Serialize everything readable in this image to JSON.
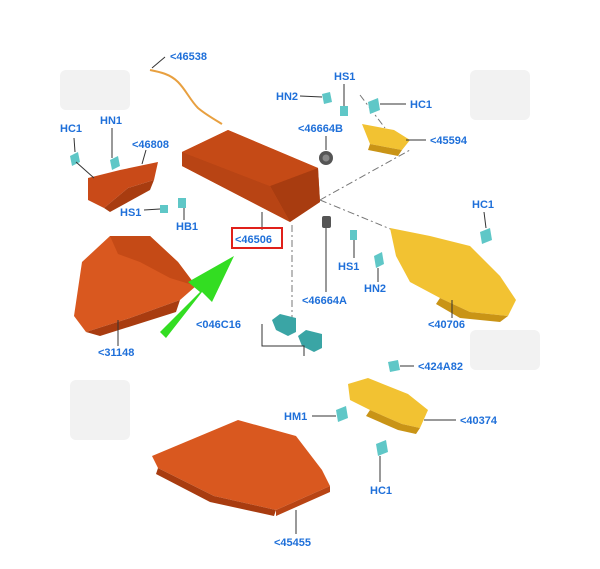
{
  "colors": {
    "orange_part": "#d9581f",
    "orange_dark": "#a83c10",
    "yellow_part": "#f2c232",
    "yellow_dark": "#c99416",
    "fastener": "#5fc7c7",
    "label_blue": "#1e6fd9",
    "highlight_box": "#e0201a",
    "arrow_green": "#33dd22"
  },
  "callouts": {
    "p46538": "<46538",
    "hs1_top": "HS1",
    "hn2_top": "HN2",
    "hc1_right_top": "HC1",
    "p46664b": "<46664B",
    "p45594": "<45594",
    "hc1_left": "HC1",
    "hn1": "HN1",
    "p46808": "<46808",
    "hs1_left": "HS1",
    "hb1": "HB1",
    "p46506": "<46506",
    "hc1_right_mid": "HC1",
    "hs1_mid": "HS1",
    "hn2_mid": "HN2",
    "p46664a": "<46664A",
    "p31148": "<31148",
    "p046c16": "<046C16",
    "p40706": "<40706",
    "p424a82": "<424A82",
    "hm1": "HM1",
    "p40374": "<40374",
    "hc1_bottom": "HC1",
    "p45455": "<45455"
  }
}
